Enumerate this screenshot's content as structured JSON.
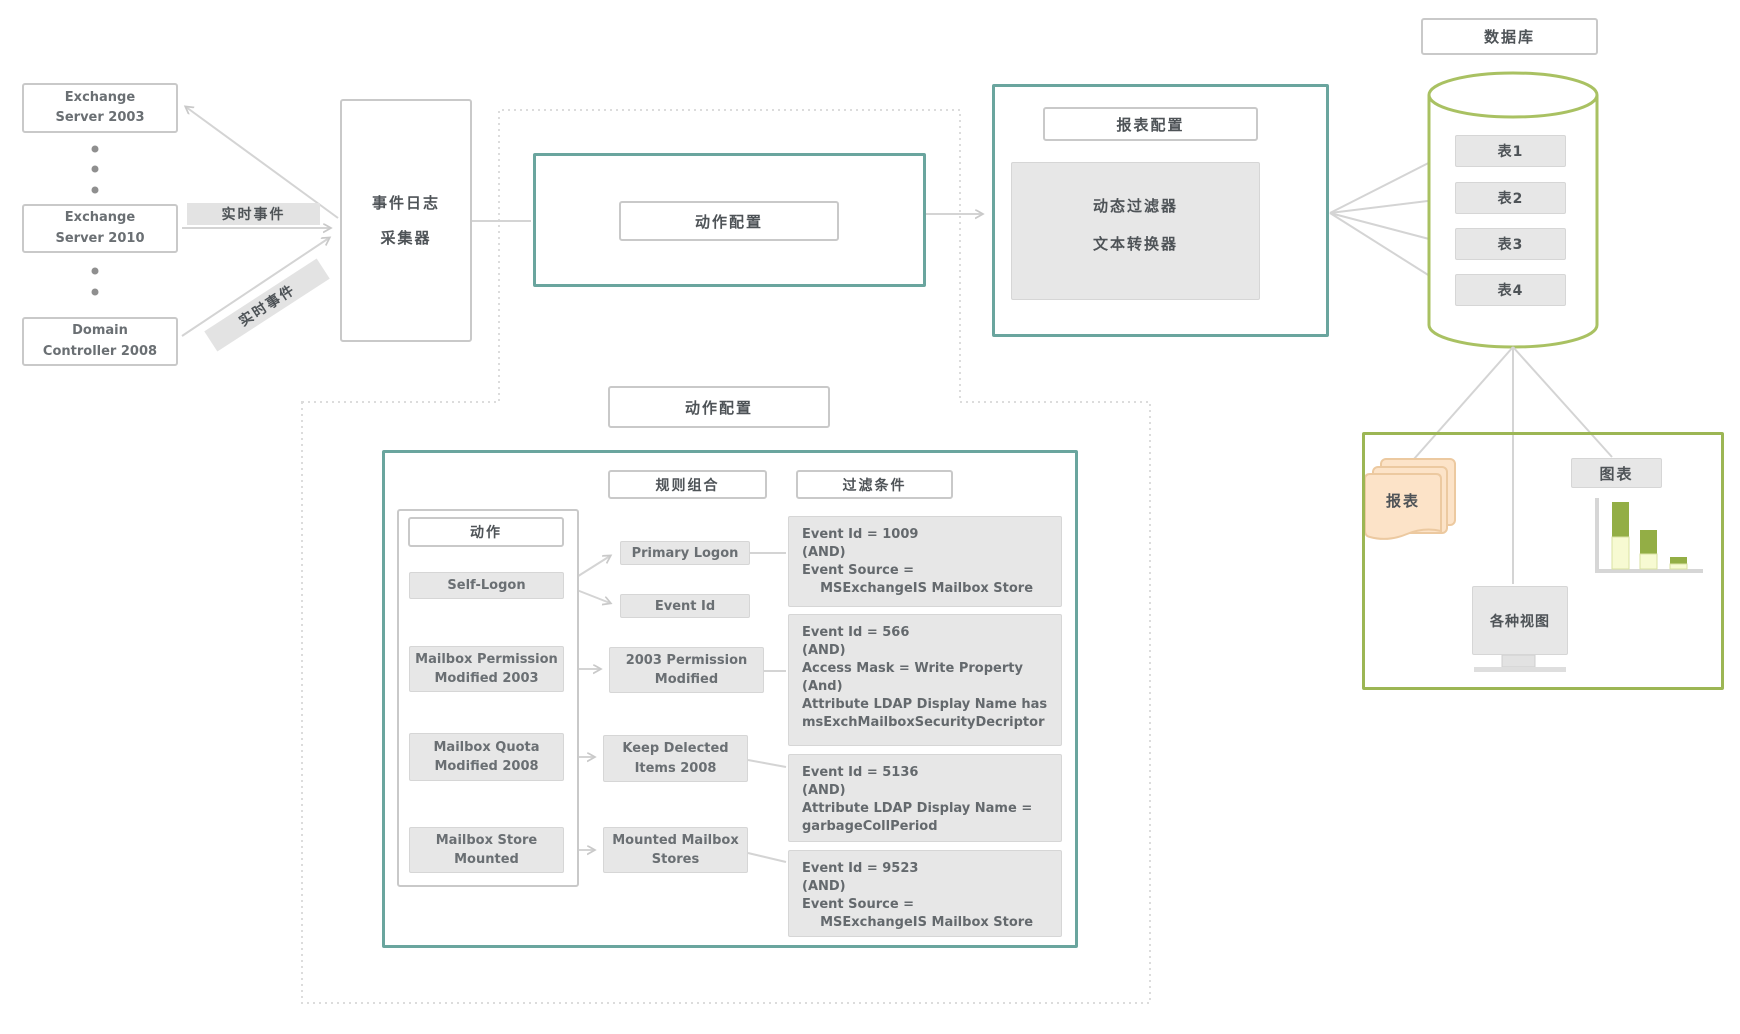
{
  "sources": {
    "exchange2003": "Exchange\nServer 2003",
    "exchange2010": "Exchange\nServer 2010",
    "domain_controller": "Domain\nController 2008",
    "realtime_event_1": "实时事件",
    "realtime_event_2": "实时事件"
  },
  "collector": {
    "label": "事件日志\n采集器"
  },
  "action_config": {
    "label": "动作配置"
  },
  "report_config": {
    "title": "报表配置",
    "dynamic_filter": "动态过滤器",
    "text_converter": "文本转换器"
  },
  "database": {
    "title": "数据库",
    "tables": [
      "表1",
      "表2",
      "表3",
      "表4"
    ]
  },
  "outputs": {
    "reports": "报表",
    "charts": "图表",
    "views": "各种视图"
  },
  "detail": {
    "title": "动作配置",
    "actions_header": "动作",
    "rules_header": "规则组合",
    "filter_header": "过滤条件",
    "actions": [
      "Self-Logon",
      "Mailbox Permission\nModified 2003",
      "Mailbox Quota\nModified 2008",
      "Mailbox Store\nMounted"
    ],
    "rules": [
      "Primary Logon",
      "Event Id",
      "2003 Permission\nModified",
      "Keep Delected\nItems 2008",
      "Mounted Mailbox\nStores"
    ],
    "filters": [
      "Event Id = 1009\n(AND)\nEvent Source =\n    MSExchangeIS Mailbox Store",
      "Event Id = 566\n(AND)\nAccess Mask = Write Property\n(And)\nAttribute LDAP Display Name has\nmsExchMailboxSecurityDecriptor",
      "Event Id = 5136\n(AND)\nAttribute LDAP Display Name =\ngarbageCollPeriod",
      "Event Id = 9523\n(AND)\nEvent Source =\n    MSExchangeIS Mailbox Store"
    ]
  },
  "colors": {
    "teal_border": "#6aa59e",
    "olive_green": "#9cb654",
    "cylinder_green": "#a9c162",
    "paper_fill": "#fce3c8",
    "bar_dark": "#93ae45",
    "bar_light": "#f7fad2",
    "dot_blue": "#7096b4",
    "line_gray": "#d4d4d4"
  }
}
